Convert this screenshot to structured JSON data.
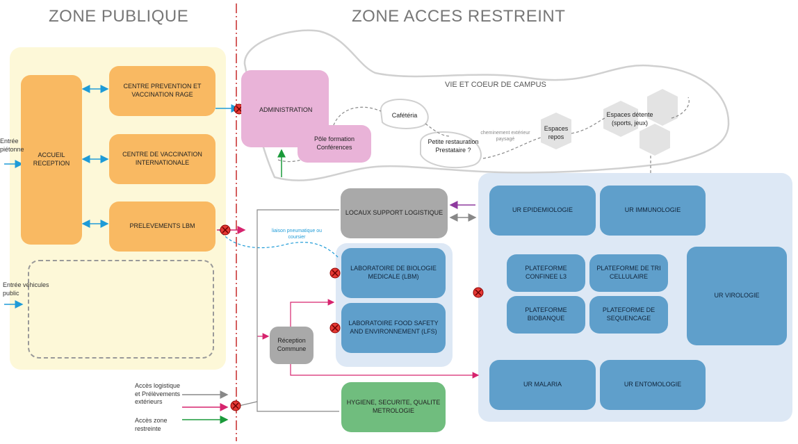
{
  "zones": {
    "public": "ZONE PUBLIQUE",
    "restricted": "ZONE ACCES RESTREINT"
  },
  "campus": {
    "title": "VIE ET COEUR DE CAMPUS",
    "cafeteria": "Cafétéria",
    "restaurant": "Petite restauration Prestataire ?",
    "path_note": "cheminement extérieur paysagé",
    "rest": "Espaces repos",
    "relax": "Espaces détente (sports, jeux)"
  },
  "public_zone": {
    "accueil": "ACCUEIL RECEPTION",
    "rabies": "CENTRE PREVENTION ET VACCINATION RAGE",
    "intl_vacc": "CENTRE DE VACCINATION INTERNATIONALE",
    "lbm_samples": "PRELEVEMENTS LBM"
  },
  "entrances": {
    "pedestrian": "Entrée piétonne",
    "vehicles": "Entrée véhicules public",
    "logistics": "Accès logistique et Prélèvements extérieurs",
    "restricted_access": "Accès zone restreinte"
  },
  "restricted_zone": {
    "administration": "ADMINISTRATION",
    "training": "Pôle formation Conférences",
    "logistics_support": "LOCAUX SUPPORT LOGISTIQUE",
    "pneumatic": "liaison pneumatique ou coursier",
    "lab_bio": "LABORATOIRE DE BIOLOGIE MEDICALE (LBM)",
    "lab_food": "LABORATOIRE FOOD SAFETY AND ENVIRONNEMENT (LFS)",
    "reception": "Réception Commune",
    "hygiene": "HYGIENE, SECURITE, QUALITE METROLOGIE"
  },
  "research": {
    "epidemiology": "UR EPIDEMIOLOGIE",
    "immunology": "UR IMMUNOLOGIE",
    "l3": "PLATEFORME CONFINEE L3",
    "cell_sorting": "PLATEFORME DE TRI CELLULAIRE",
    "biobank": "PLATEFORME BIOBANQUE",
    "sequencing": "PLATEFORME DE SEQUENCAGE",
    "virology": "UR VIROLOGIE",
    "malaria": "UR MALARIA",
    "entomology": "UR ENTOMOLOGIE"
  },
  "colors": {
    "public_panel": "#fdf8d8",
    "research_panel": "#dde8f5",
    "orange": "#f9b962",
    "blue": "#5f9fcb",
    "pink": "#e9b3d8",
    "grey": "#a9a9a9",
    "green": "#70bd7e",
    "divider": "#c62828",
    "flow_blue": "#1e9bd7",
    "flow_magenta": "#d6246e",
    "flow_green": "#1a9a3a",
    "flow_purple": "#8e3a9e"
  }
}
